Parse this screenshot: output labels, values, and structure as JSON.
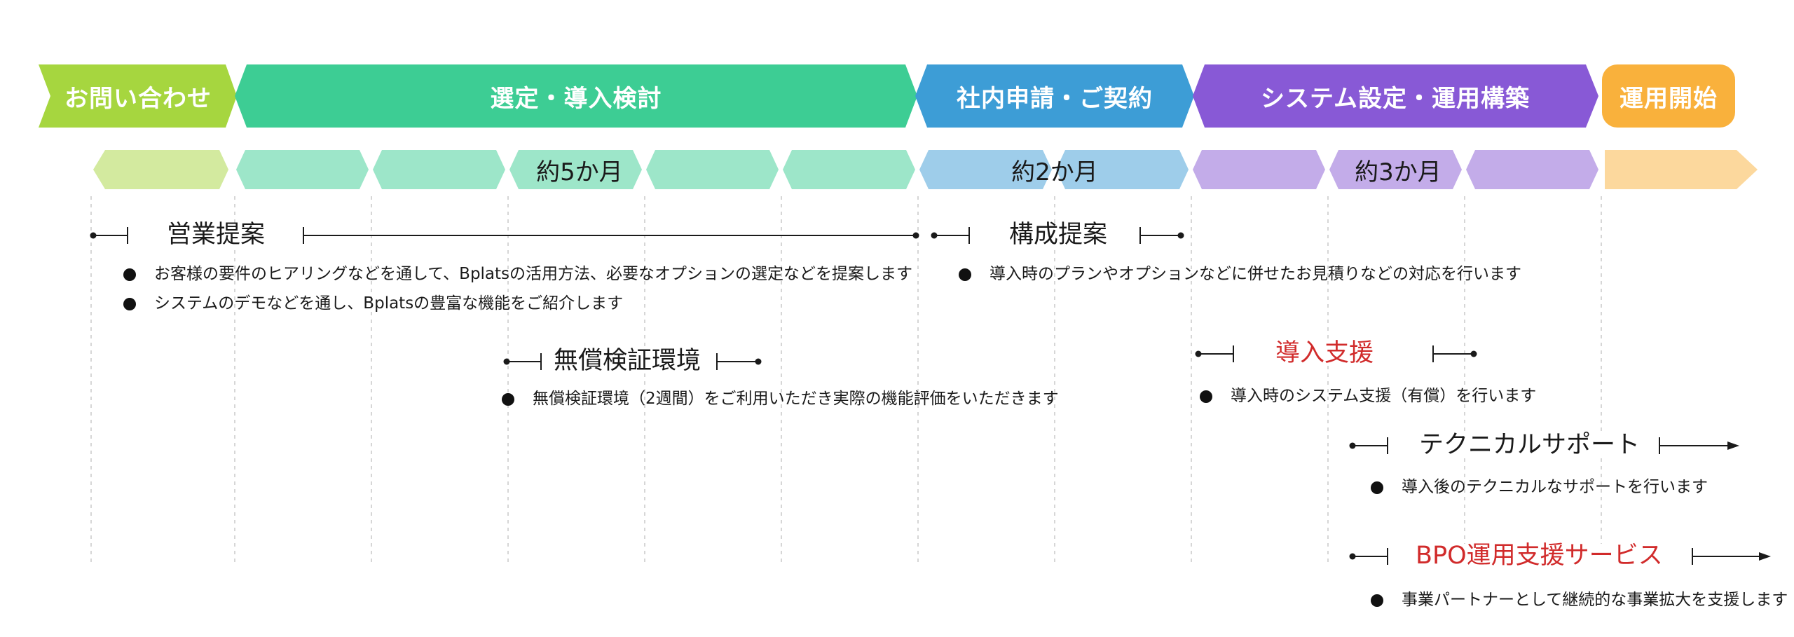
{
  "phases": [
    {
      "label": "お問い合わせ",
      "color": "#a6d63f"
    },
    {
      "label": "選定・導入検討",
      "color": "#3dcd94"
    },
    {
      "label": "社内申請・ご契約",
      "color": "#3d9dd6"
    },
    {
      "label": "システム設定・運用構築",
      "color": "#8859d6"
    },
    {
      "label": "運用開始",
      "color": "#f9b13c"
    }
  ],
  "durations": [
    {
      "label": "約5か月"
    },
    {
      "label": "約2か月"
    },
    {
      "label": "約3か月"
    }
  ],
  "duration_colors": {
    "inquiry": "#d3ea9f",
    "selection": "#9de6c9",
    "contract": "#9ecdea",
    "setup": "#c3ace9",
    "start": "#fcd89d"
  },
  "items": [
    {
      "title": "営業提案",
      "bullets": [
        "お客様の要件のヒアリングなどを通して、Bplatsの活用方法、必要なオプションの選定などを提案します",
        "システムのデモなどを通し、Bplatsの豊富な機能をご紹介します"
      ]
    },
    {
      "title": "構成提案",
      "bullets": [
        "導入時のプランやオプションなどに併せたお見積りなどの対応を行います"
      ]
    },
    {
      "title": "無償検証環境",
      "bullets": [
        "無償検証環境（2週間）をご利用いただき実際の機能評価をいただきます"
      ]
    },
    {
      "title": "導入支援",
      "bullets": [
        "導入時のシステム支援（有償）を行います"
      ],
      "title_color": "#d12b2b"
    },
    {
      "title": "テクニカルサポート",
      "bullets": [
        "導入後のテクニカルなサポートを行います"
      ]
    },
    {
      "title": "BPO運用支援サービス",
      "bullets": [
        "事業パートナーとして継続的な事業拡大を支援します"
      ],
      "title_color": "#d12b2b"
    }
  ]
}
